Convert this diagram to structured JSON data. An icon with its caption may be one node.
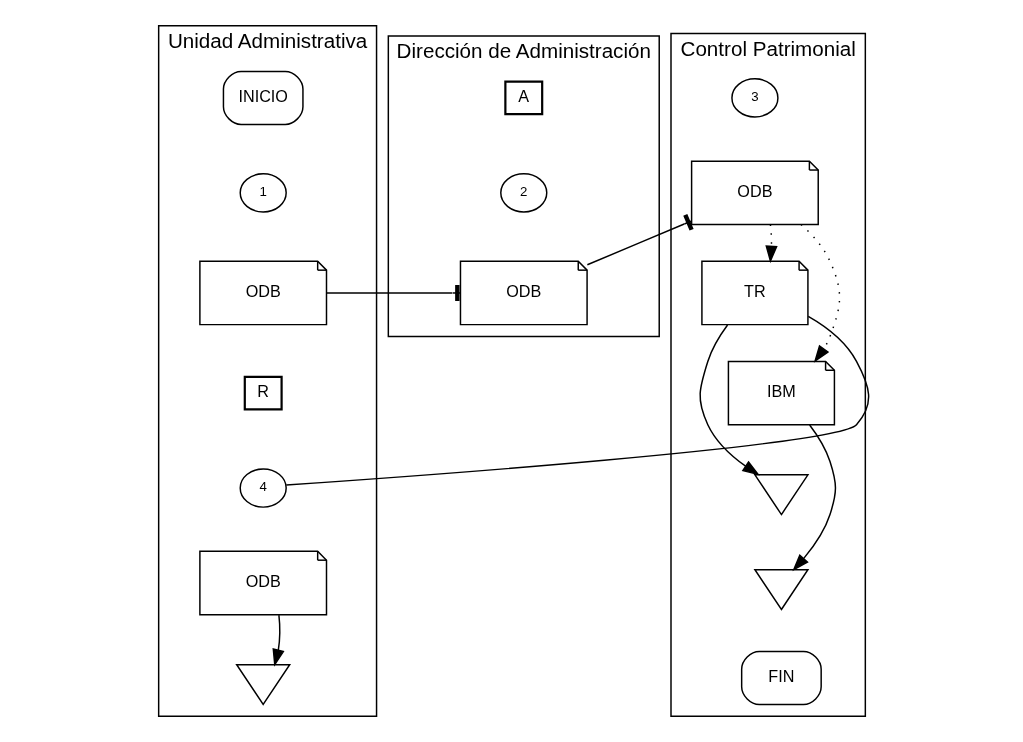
{
  "diagram": {
    "nodes": [
      {
        "text": [
          "Unidad Administrativa"
        ]
      },
      {
        "text": [
          "Dirección de Administración"
        ]
      },
      {
        "text": [
          "Control Patrimonial"
        ]
      },
      {
        "text": [
          "INICIO"
        ],
        "in": 0
      },
      {
        "text": [
          "1"
        ],
        "in": 0
      },
      {
        "text": [
          "ODB"
        ],
        "in": 0
      },
      {
        "text": [
          "A"
        ],
        "in": 1
      },
      {
        "text": [
          "2"
        ],
        "in": 1
      },
      {
        "text": [
          "ODB"
        ],
        "in": 1
      },
      {
        "text": [
          "3"
        ],
        "in": 2
      },
      {
        "text": [
          "ODB"
        ],
        "in": 2
      },
      {
        "text": [
          "R"
        ],
        "in": 0
      },
      {
        "text": [
          "4"
        ],
        "in": 0
      },
      {
        "text": [
          "TR"
        ],
        "in": 2
      },
      {
        "text": [
          "IBM"
        ],
        "in": 2
      },
      {
        "text": [
          "ODB"
        ],
        "in": 0
      },
      {
        "text": [],
        "shape": "triangle",
        "in": 0
      },
      {
        "text": [],
        "shape": "triangle",
        "in": 2
      },
      {
        "text": [],
        "shape": "triangle",
        "in": 2
      },
      {
        "text": [
          "FIN"
        ],
        "in": 2
      }
    ],
    "edges": [
      {
        "from": 5,
        "to": 8,
        "arrow": "other"
      },
      {
        "from": 8,
        "to": 10,
        "arrow": "other"
      },
      {
        "from": 10,
        "to": 13,
        "arrow": "to",
        "style": "dashed"
      },
      {
        "from": 10,
        "to": 14,
        "arrow": "to",
        "style": "dashed"
      },
      {
        "from": 13,
        "to": 12,
        "arrow": "none"
      },
      {
        "from": 15,
        "to": 16,
        "arrow": "to"
      },
      {
        "from": 13,
        "to": 17,
        "arrow": "to"
      },
      {
        "from": 14,
        "to": 18,
        "arrow": "to"
      }
    ]
  }
}
